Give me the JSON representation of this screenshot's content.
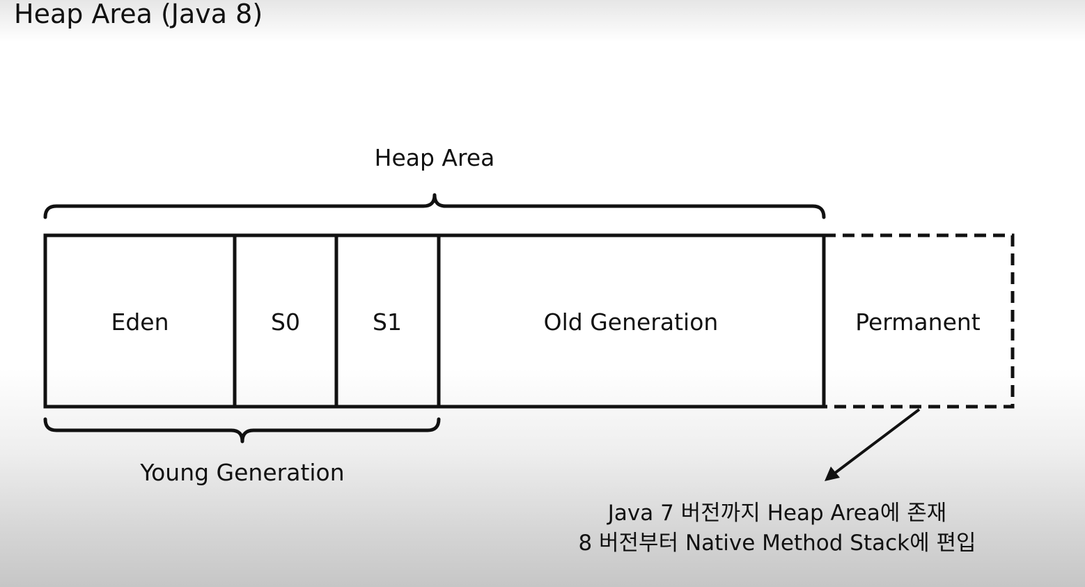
{
  "title": "Heap Area (Java 8)",
  "diagram": {
    "heap_area_label": "Heap Area",
    "young_generation_label": "Young Generation",
    "segments": {
      "eden": "Eden",
      "s0": "S0",
      "s1": "S1",
      "old_generation": "Old Generation",
      "permanent": "Permanent"
    },
    "note": {
      "line1": "Java 7 버전까지 Heap Area에 존재",
      "line2": "8 버전부터 Native Method Stack에 편입"
    }
  }
}
